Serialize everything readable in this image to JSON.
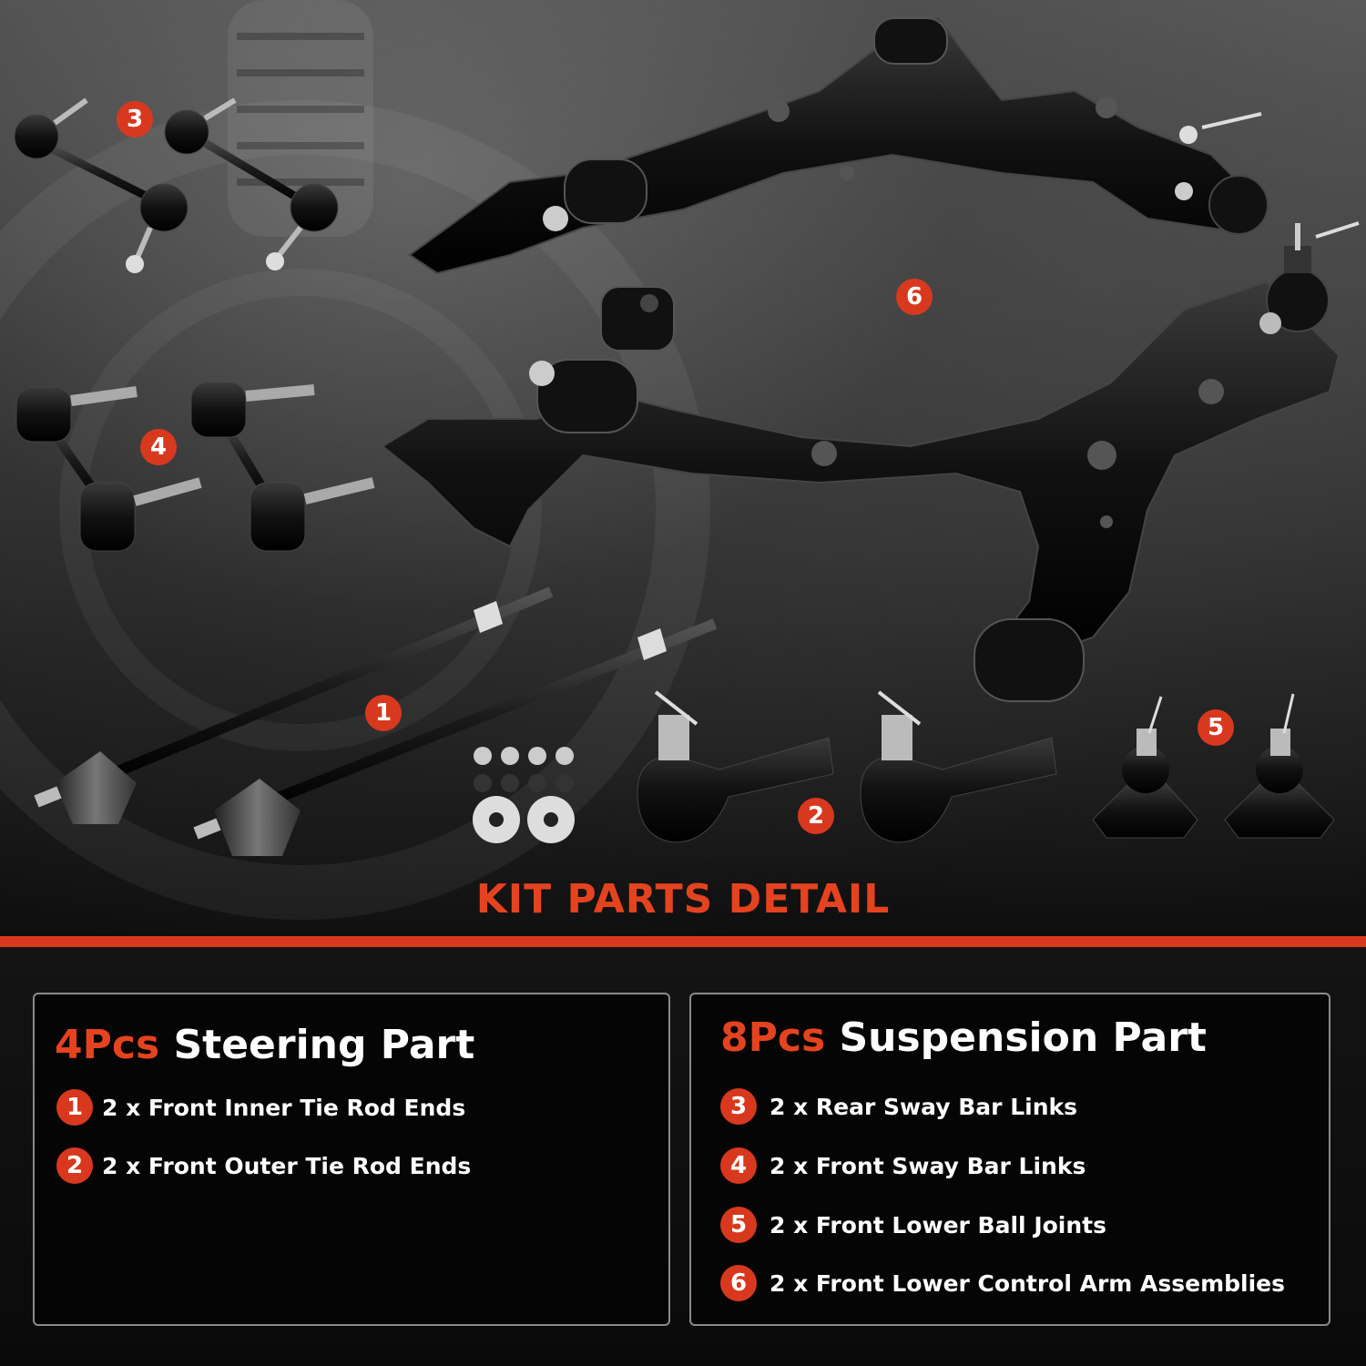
{
  "hero": {
    "badges": [
      {
        "number": "3"
      },
      {
        "number": "6"
      },
      {
        "number": "4"
      },
      {
        "number": "1"
      },
      {
        "number": "2"
      },
      {
        "number": "5"
      }
    ]
  },
  "kit_title": "KIT PARTS DETAIL",
  "steering": {
    "count": "4Pcs",
    "title": "Steering Part",
    "items": [
      {
        "number": "1",
        "text": "2 x Front Inner Tie Rod Ends"
      },
      {
        "number": "2",
        "text": "2 x Front Outer Tie Rod Ends"
      }
    ]
  },
  "suspension": {
    "count": "8Pcs",
    "title": "Suspension Part",
    "items": [
      {
        "number": "3",
        "text": "2 x Rear Sway Bar Links"
      },
      {
        "number": "4",
        "text": "2 x Front Sway Bar Links"
      },
      {
        "number": "5",
        "text": "2 x Front Lower Ball Joints"
      },
      {
        "number": "6",
        "text": "2 x Front Lower Control Arm Assemblies"
      }
    ]
  },
  "colors": {
    "accent": "#d8391e",
    "title_orange": "#e5431f",
    "panel_border": "#8a8a8a"
  }
}
